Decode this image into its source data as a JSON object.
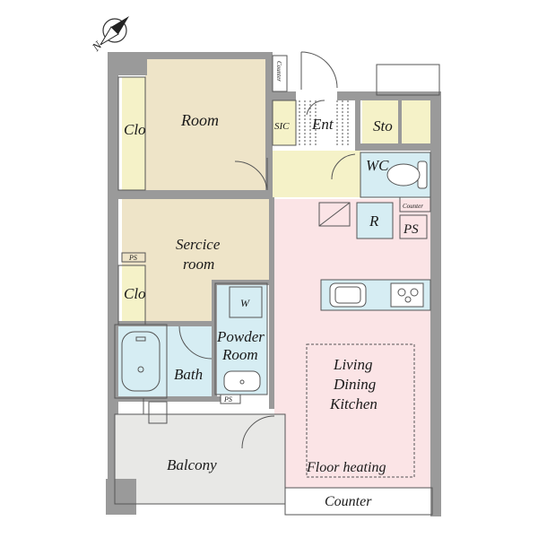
{
  "compass": {
    "label": "N"
  },
  "rooms": {
    "room": "Room",
    "clo_top": "Clo",
    "sic": "SIC",
    "ent": "Ent",
    "sto": "Sto",
    "wc": "WC",
    "service_room_line1": "Sercice",
    "service_room_line2": "room",
    "clo_bottom": "Clo",
    "ps_left": "PS",
    "w": "W",
    "powder_line1": "Powder",
    "powder_line2": "Room",
    "bath": "Bath",
    "ps_bottom": "PS",
    "r": "R",
    "ps_right": "PS",
    "ldk_line1": "Living",
    "ldk_line2": "Dining",
    "ldk_line3": "Kitchen",
    "floor_heating": "Floor heating",
    "balcony": "Balcony",
    "counter_bottom": "Counter",
    "counter_top": "Counter",
    "counter_wc": "Counter"
  },
  "colors": {
    "wall": "#9a9a9a",
    "bedroom": "#eee4c8",
    "closet": "#f5f2c8",
    "wet_area": "#d6edf3",
    "ldk": "#fbe4e6",
    "balcony": "#e8e8e6"
  }
}
